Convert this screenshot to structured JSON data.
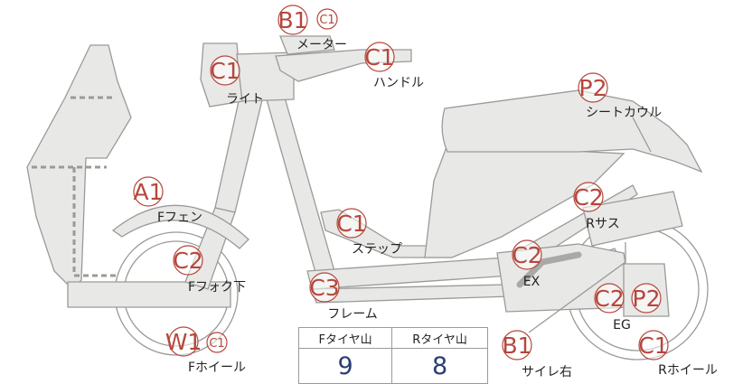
{
  "colors": {
    "grade": "#b5473c",
    "part_fill": "#e8e8e6",
    "part_stroke": "#9a9a98",
    "tire_value": "#2a3e73"
  },
  "parts": [
    {
      "id": "meter",
      "grade": "B1",
      "sub_grade": "C1",
      "label": "メーター"
    },
    {
      "id": "handle",
      "grade": "C1",
      "label": "ハンドル"
    },
    {
      "id": "light",
      "grade": "C1",
      "label": "ライト"
    },
    {
      "id": "seat-cowl",
      "grade": "P2",
      "label": "シートカウル"
    },
    {
      "id": "front-fender",
      "grade": "A1",
      "label": "Fフェン"
    },
    {
      "id": "rear-suspension",
      "grade": "C2",
      "label": "Rサス"
    },
    {
      "id": "step",
      "grade": "C1",
      "label": "ステップ"
    },
    {
      "id": "exhaust",
      "grade": "C2",
      "label": "EX"
    },
    {
      "id": "front-fork-lower",
      "grade": "C2",
      "label": "Fフォク下"
    },
    {
      "id": "frame",
      "grade": "C3",
      "label": "フレーム"
    },
    {
      "id": "engine",
      "grade": "C2",
      "grade2": "P2",
      "label": "EG"
    },
    {
      "id": "front-wheel",
      "grade": "W1",
      "sub_grade": "C1",
      "label": "Fホイール"
    },
    {
      "id": "muffler-right",
      "grade": "B1",
      "label": "サイレ右"
    },
    {
      "id": "rear-wheel",
      "grade": "C1",
      "label": "Rホイール"
    }
  ],
  "tire_tread": {
    "front_label": "Fタイヤ山",
    "rear_label": "Rタイヤ山",
    "front_value": "9",
    "rear_value": "8"
  }
}
